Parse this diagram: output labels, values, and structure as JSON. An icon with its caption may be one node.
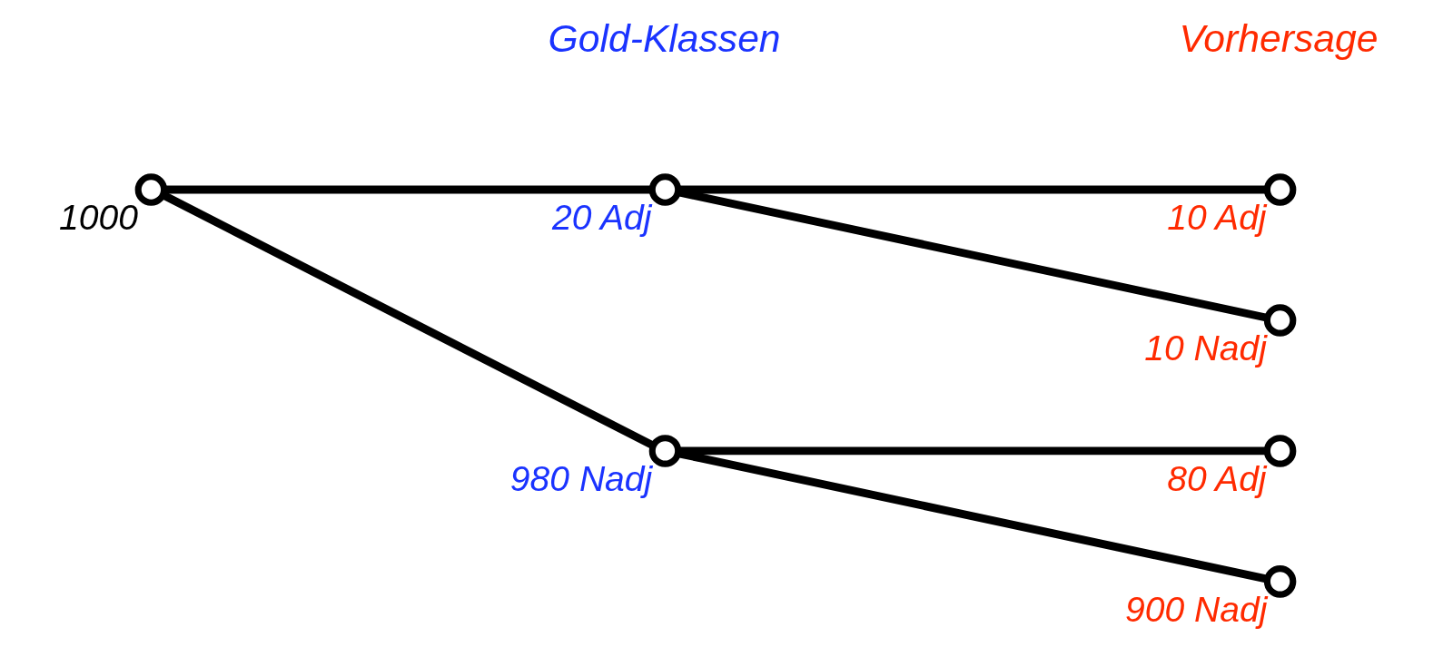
{
  "diagram": {
    "nodes": [
      {
        "text": [],
        "shape": "circle",
        "beside": [
          "1000"
        ]
      },
      {
        "text": [],
        "shape": "circle",
        "beside": [
          "20 Adj"
        ]
      },
      {
        "text": [],
        "shape": "circle",
        "beside": [
          "980 Nadj"
        ]
      },
      {
        "text": [],
        "shape": "circle",
        "beside": [
          "10 Adj"
        ]
      },
      {
        "text": [],
        "shape": "circle",
        "beside": [
          "10 Nadj"
        ]
      },
      {
        "text": [],
        "shape": "circle",
        "beside": [
          "80 Adj"
        ]
      },
      {
        "text": [],
        "shape": "circle",
        "beside": [
          "900 Nadj"
        ]
      }
    ],
    "edges": [
      {
        "from": 0,
        "to": 1,
        "arrow": "none"
      },
      {
        "from": 0,
        "to": 2,
        "arrow": "none"
      },
      {
        "from": 1,
        "to": 3,
        "arrow": "none"
      },
      {
        "from": 1,
        "to": 4,
        "arrow": "none"
      },
      {
        "from": 2,
        "to": 5,
        "arrow": "none"
      },
      {
        "from": 2,
        "to": 6,
        "arrow": "none"
      }
    ],
    "labels": [
      "Gold-Klassen",
      "Vorhersage"
    ]
  }
}
